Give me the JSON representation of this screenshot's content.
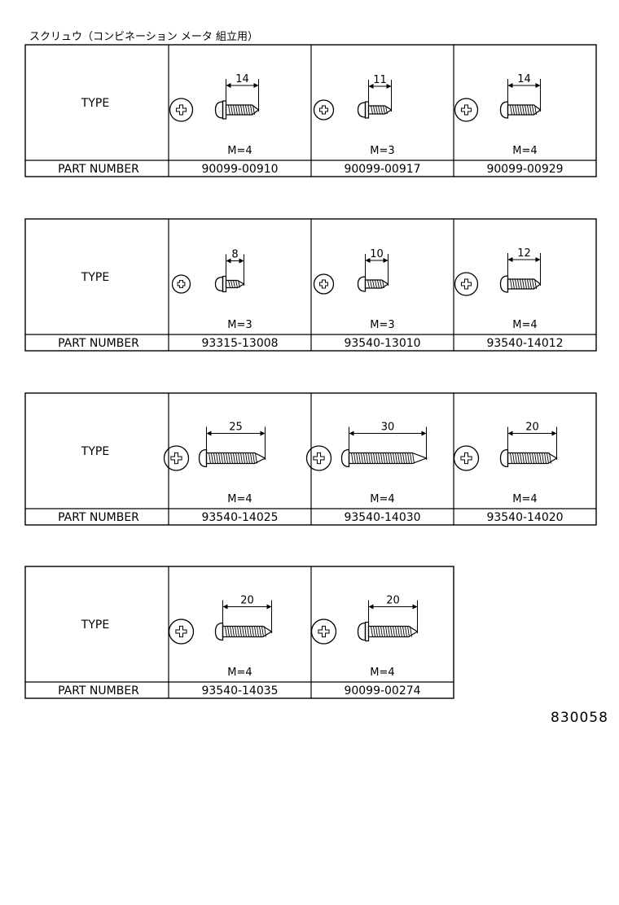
{
  "title": "スクリュウ（コンビネーション メータ 組立用）",
  "reference_code": "830058",
  "row_labels": {
    "type": "TYPE",
    "part_number": "PART NUMBER"
  },
  "tables": [
    {
      "items": [
        {
          "length": "14",
          "m": "M=4",
          "part": "90099-00910",
          "head": "pan-washer",
          "size": "m"
        },
        {
          "length": "11",
          "m": "M=3",
          "part": "90099-00917",
          "head": "pan-washer",
          "size": "s"
        },
        {
          "length": "14",
          "m": "M=4",
          "part": "90099-00929",
          "head": "pan",
          "size": "m"
        }
      ]
    },
    {
      "items": [
        {
          "length": "8",
          "m": "M=3",
          "part": "93315-13008",
          "head": "pan-washer",
          "size": "xs"
        },
        {
          "length": "10",
          "m": "M=3",
          "part": "93540-13010",
          "head": "pan",
          "size": "s"
        },
        {
          "length": "12",
          "m": "M=4",
          "part": "93540-14012",
          "head": "pan",
          "size": "m"
        }
      ]
    },
    {
      "items": [
        {
          "length": "25",
          "m": "M=4",
          "part": "93540-14025",
          "head": "pan",
          "size": "l"
        },
        {
          "length": "30",
          "m": "M=4",
          "part": "93540-14030",
          "head": "pan",
          "size": "xl"
        },
        {
          "length": "20",
          "m": "M=4",
          "part": "93540-14020",
          "head": "pan",
          "size": "ml"
        }
      ]
    },
    {
      "items": [
        {
          "length": "20",
          "m": "M=4",
          "part": "93540-14035",
          "head": "pan",
          "size": "ml"
        },
        {
          "length": "20",
          "m": "M=4",
          "part": "90099-00274",
          "head": "pan-washer",
          "size": "ml"
        }
      ]
    }
  ]
}
